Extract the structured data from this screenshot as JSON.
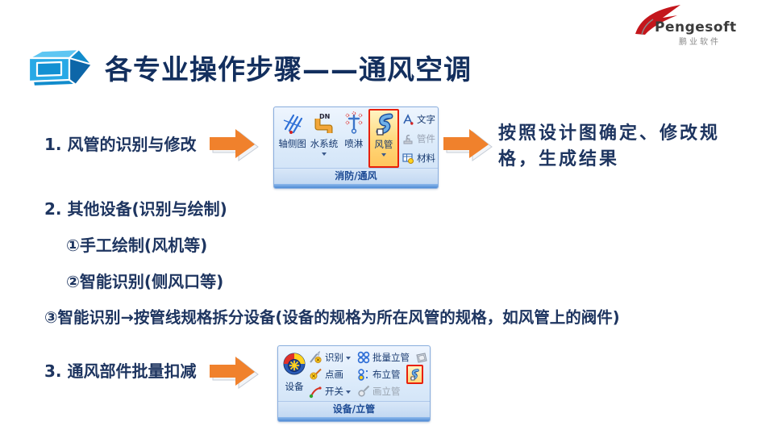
{
  "logo": {
    "brand": "Pengesoft",
    "subtitle": "鹏业软件"
  },
  "title": "各专业操作步骤——通风空调",
  "steps": {
    "step1": {
      "label": "1. 风管的识别与修改",
      "result": "按照设计图确定、修改规格，生成结果"
    },
    "step2": {
      "label": "2. 其他设备(识别与绘制)",
      "sub1": "①手工绘制(风机等)",
      "sub2": "②智能识别(侧风口等)",
      "sub3": "③智能识别→按管线规格拆分设备(设备的规格为所在风管的规格，如风管上的阀件)"
    },
    "step3": {
      "label": "3. 通风部件批量扣减"
    }
  },
  "toolbar1": {
    "group_label": "消防/通风",
    "buttons": [
      {
        "label": "轴侧图"
      },
      {
        "label": "水系统",
        "icon_text": "DN"
      },
      {
        "label": "喷淋"
      },
      {
        "label": "风管"
      }
    ],
    "side_buttons": [
      {
        "label": "文字"
      },
      {
        "label": "管件"
      },
      {
        "label": "材料"
      }
    ]
  },
  "toolbar2": {
    "group_label": "设备/立管",
    "device_button": "设备",
    "mid_buttons": [
      {
        "label": "识别"
      },
      {
        "label": "点画"
      },
      {
        "label": "开关"
      }
    ],
    "riser_buttons": [
      {
        "label": "批量立管"
      },
      {
        "label": "布立管"
      },
      {
        "label": "画立管"
      }
    ]
  },
  "colors": {
    "accent_orange": "#F0812C",
    "navy_text": "#1E3560",
    "title_navy": "#132F5E",
    "highlight_red": "#E8200C",
    "ribbon_border": "#8AAEDE",
    "logo_red": "#C4161C"
  }
}
